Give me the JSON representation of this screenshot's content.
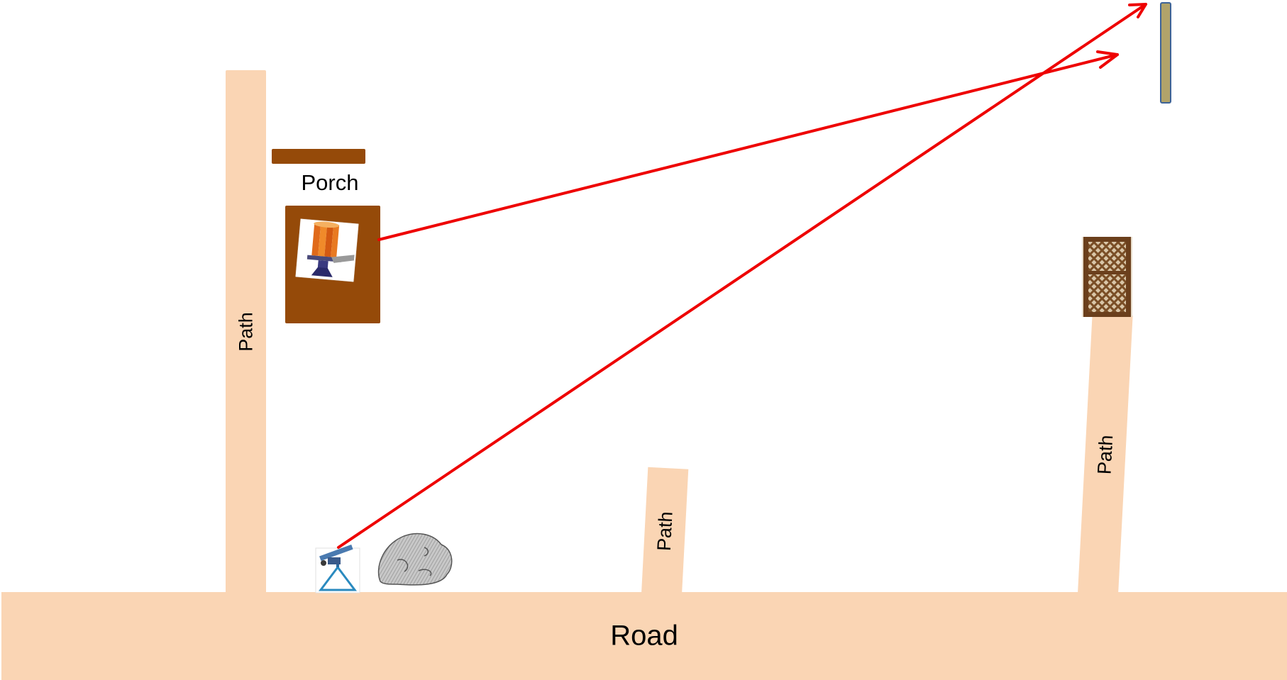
{
  "labels": {
    "road": "Road",
    "porch": "Porch",
    "path_left": "Path",
    "path_middle": "Path",
    "path_right": "Path"
  },
  "colors": {
    "path": "#fad5b4",
    "porch": "#954a09",
    "arrow": "#ee0000",
    "target_fill": "#b1a36a",
    "target_border": "#3d6398",
    "rock": "#c8c8c8"
  },
  "icons": {
    "clay_thrower_on_porch": "clay-target-thrower-icon",
    "thrower_by_road": "trap-thrower-stand-icon",
    "rock": "rock-icon",
    "lattice": "lattice-shed-icon",
    "target": "target-board-icon"
  }
}
